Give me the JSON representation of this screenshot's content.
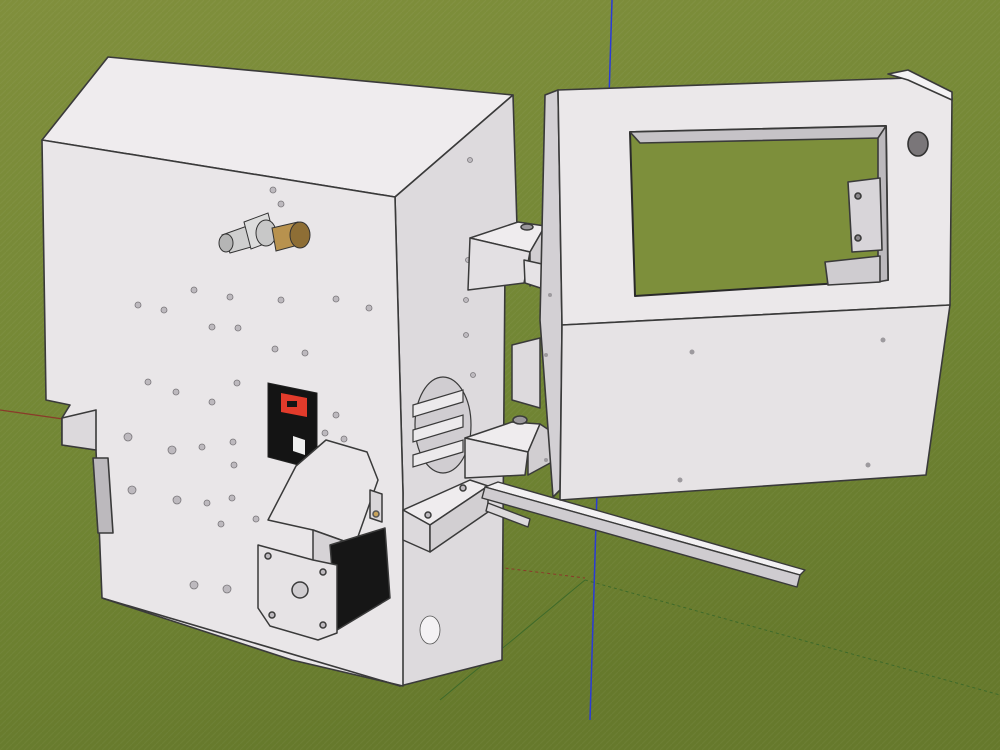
{
  "scene": {
    "description_visible_text": "",
    "colors": {
      "background_top": "#7c8f3a",
      "background_bottom": "#6f8533",
      "panel_light": "#e9e6e8",
      "panel_mid": "#d8d5d8",
      "panel_dark": "#c6c3c7",
      "edge": "#3a3a3a",
      "hole": "#bdb9be",
      "switch_black": "#141414",
      "switch_red": "#e23b2b",
      "brass": "#b8924e",
      "fitting_silver": "#c9c9c9",
      "axis_blue": "#2a3bd6",
      "axis_red": "#a0382a",
      "axis_green": "#3e6a2a"
    },
    "objects": [
      "main-enclosure",
      "door-panel",
      "hinge-blocks",
      "guide-rail",
      "stepper-motor",
      "rocker-switch",
      "pneumatic-fittings",
      "axes"
    ]
  }
}
